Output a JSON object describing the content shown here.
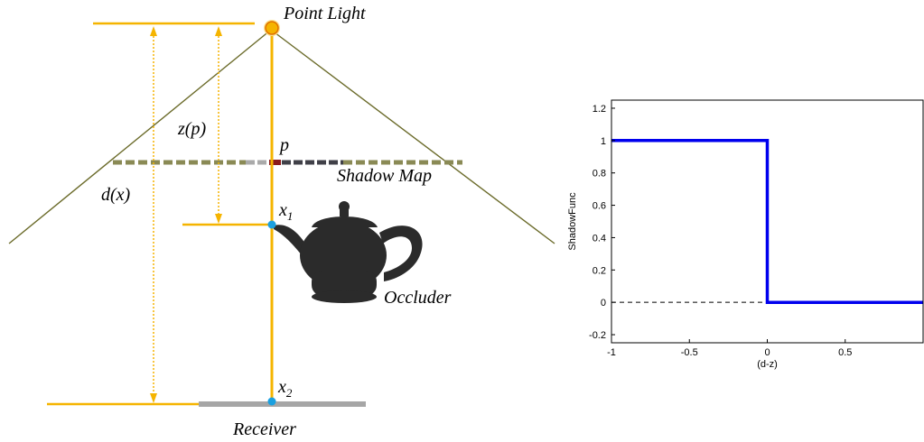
{
  "diagram": {
    "labels": {
      "point_light": "Point Light",
      "zp": "z(p)",
      "dx": "d(x)",
      "p": "p",
      "shadow_map": "Shadow Map",
      "x1_base": "x",
      "x1_sub": "1",
      "x2_base": "x",
      "x2_sub": "2",
      "occluder": "Occluder",
      "receiver": "Receiver"
    },
    "colors": {
      "ray": "#f5b400",
      "frustum": "#6b6b2a",
      "point": "#1aa0e0",
      "occluder": "#2b2b2b",
      "receiver_plane": "#a6a6a6",
      "shadow_map_texel": "#8b1a1a"
    }
  },
  "chart_data": {
    "type": "line",
    "title": "",
    "xlabel": "(d-z)",
    "ylabel": "ShadowFunc",
    "xlim": [
      -1,
      1
    ],
    "ylim": [
      -0.25,
      1.25
    ],
    "x_ticks": [
      "-1",
      "-0.5",
      "0",
      "0.5"
    ],
    "y_ticks": [
      "-0.2",
      "0",
      "0.2",
      "0.4",
      "0.6",
      "0.8",
      "1",
      "1.2"
    ],
    "x_tick_values": [
      -1,
      -0.5,
      0,
      0.5
    ],
    "y_tick_values": [
      -0.2,
      0,
      0.2,
      0.4,
      0.6,
      0.8,
      1,
      1.2
    ],
    "series": [
      {
        "x": [
          -1,
          0,
          0,
          0,
          1
        ],
        "y": [
          1,
          1,
          0.5,
          0,
          0
        ],
        "color": "#0000ee"
      }
    ],
    "reference_line": {
      "y": 0,
      "style": "dashed"
    },
    "grid": false
  }
}
